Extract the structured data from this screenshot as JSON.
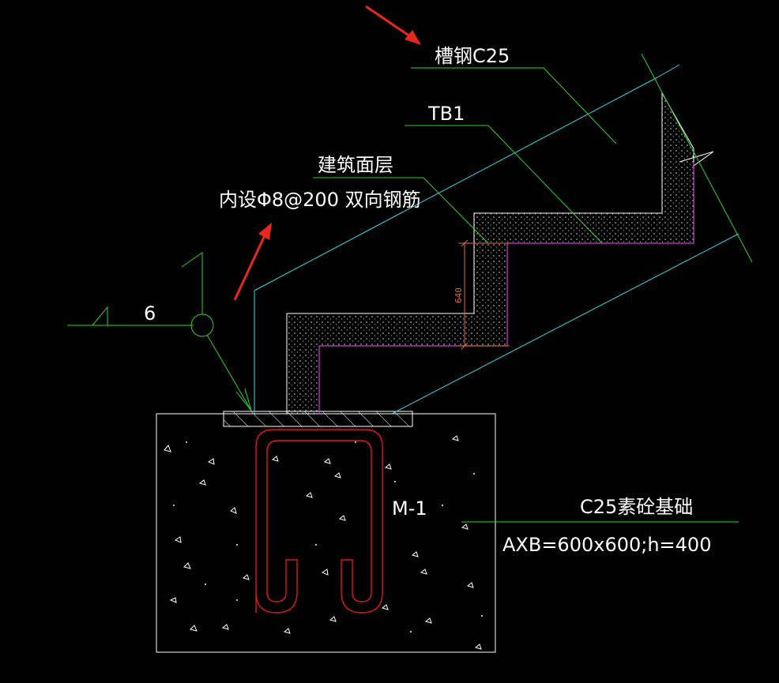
{
  "drawing": {
    "labels": {
      "channel_steel": "槽钢C25",
      "tb1": "TB1",
      "finish_layer": "建筑面层",
      "rebar_note": "内设Φ8@200 双向钢筋",
      "elevation_mark": "6",
      "embed_plate": "M-1",
      "foundation_title": "C25素砼基础",
      "foundation_size": "AXB=600x600;h=400",
      "dimension": "640"
    },
    "colors": {
      "background": "#000000",
      "leader_lines": "#2bd42b",
      "stair_outline": "#35d6e6",
      "finish_line": "#d23bd2",
      "rebar": "#e01818",
      "arrows": "#e8281c",
      "dimension": "#e36a3c",
      "concrete_outline": "#ffffff"
    }
  }
}
